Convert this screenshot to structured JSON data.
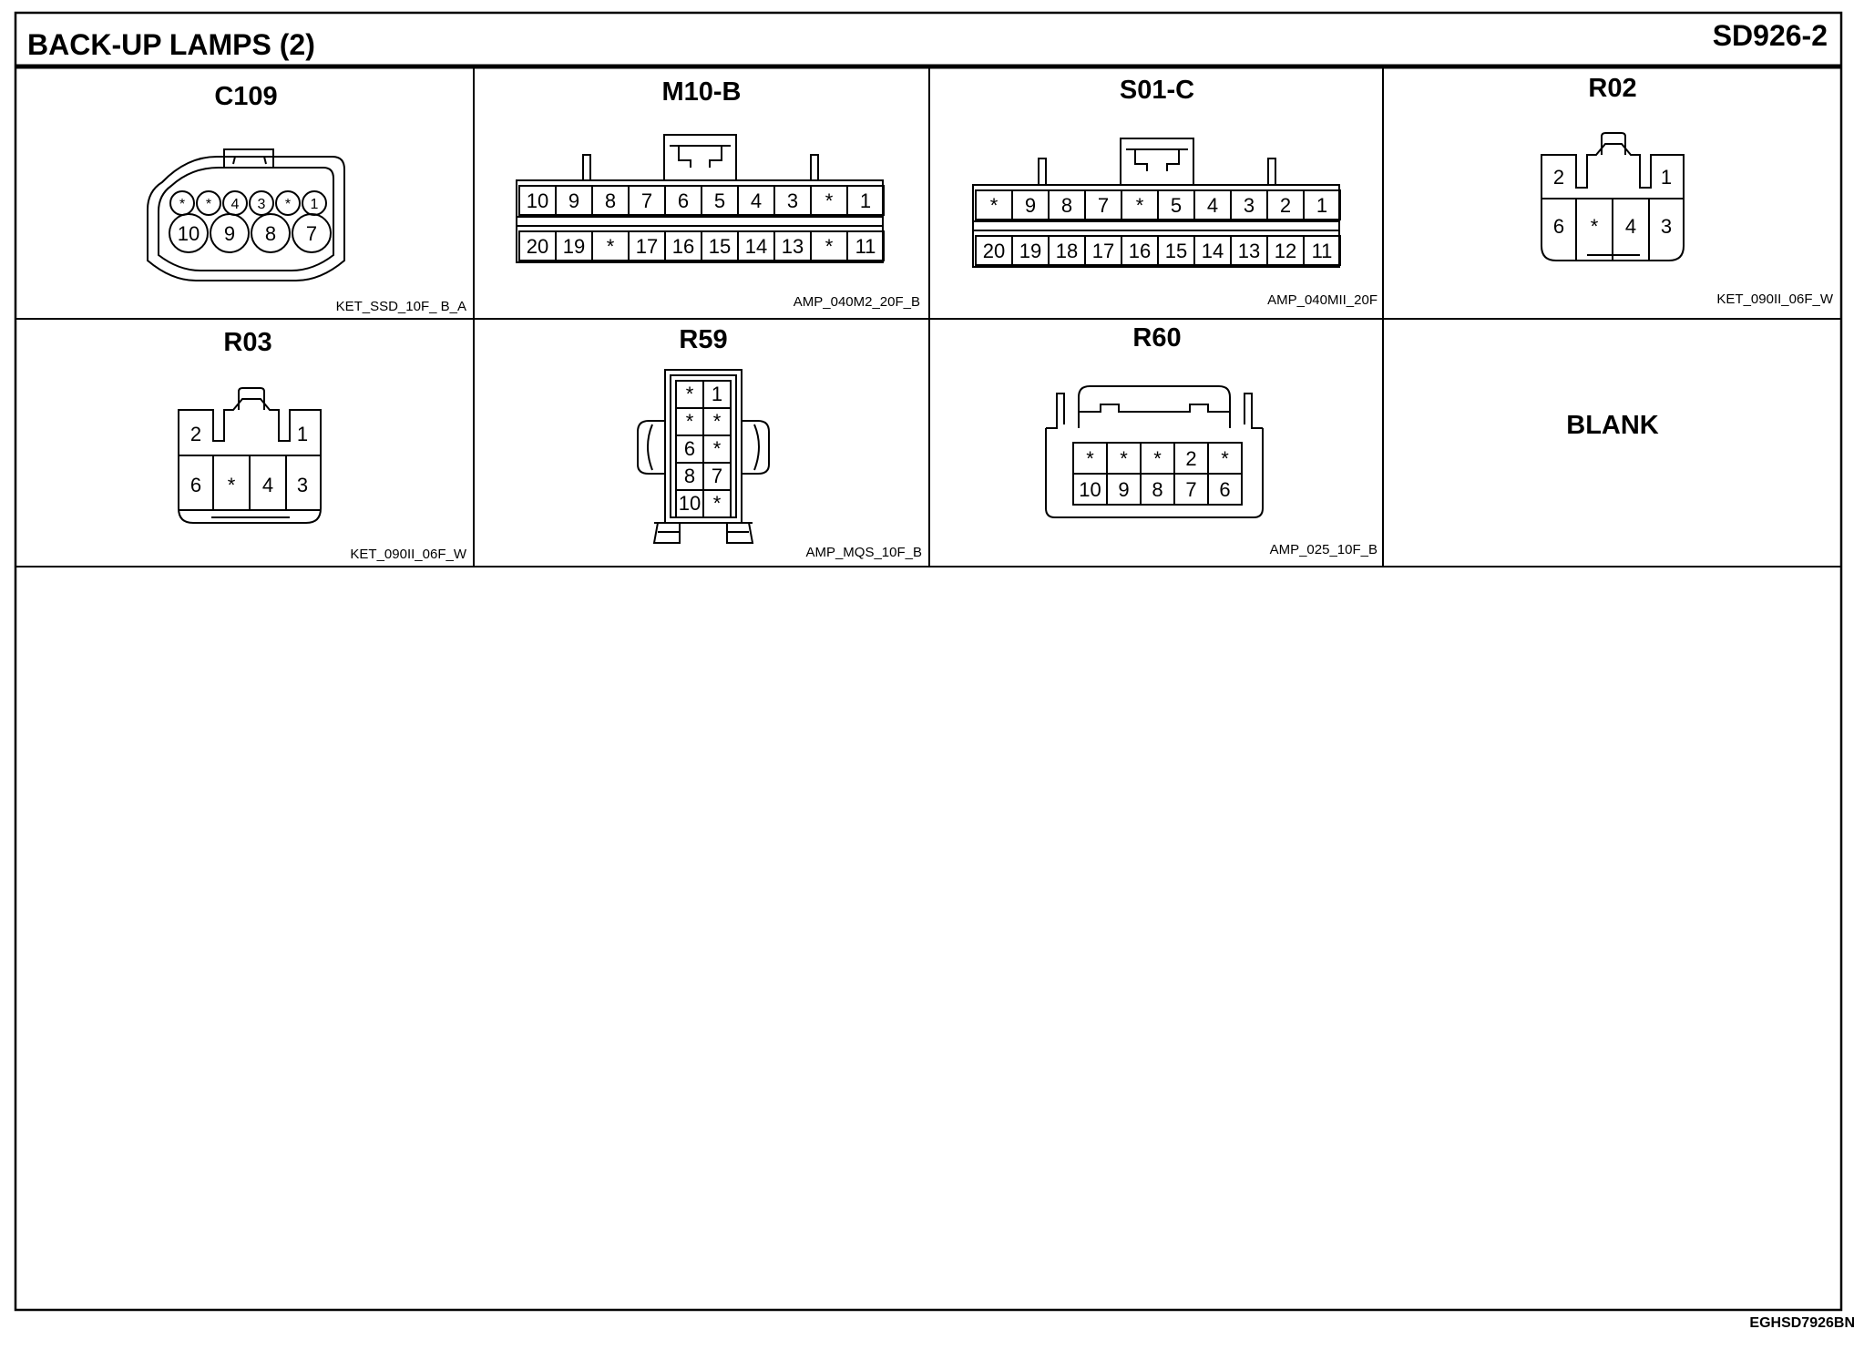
{
  "header": {
    "title": "BACK-UP LAMPS (2)",
    "page_id": "SD926-2"
  },
  "connectors": {
    "c109": {
      "name": "C109",
      "type": "KET_SSD_10F_ B_A",
      "top": [
        "*",
        "*",
        "4",
        "3",
        "*",
        "1"
      ],
      "bottom": [
        "10",
        "9",
        "8",
        "7"
      ]
    },
    "m10b": {
      "name": "M10-B",
      "type": "AMP_040M2_20F_B",
      "top": [
        "10",
        "9",
        "8",
        "7",
        "6",
        "5",
        "4",
        "3",
        "*",
        "1"
      ],
      "bottom": [
        "20",
        "19",
        "*",
        "17",
        "16",
        "15",
        "14",
        "13",
        "*",
        "11"
      ]
    },
    "s01c": {
      "name": "S01-C",
      "type": "AMP_040MII_20F",
      "top": [
        "*",
        "9",
        "8",
        "7",
        "*",
        "5",
        "4",
        "3",
        "2",
        "1"
      ],
      "bottom": [
        "20",
        "19",
        "18",
        "17",
        "16",
        "15",
        "14",
        "13",
        "12",
        "11"
      ]
    },
    "r02": {
      "name": "R02",
      "type": "KET_090II_06F_W",
      "top": [
        "2",
        "1"
      ],
      "bottom": [
        "6",
        "*",
        "4",
        "3"
      ]
    },
    "r03": {
      "name": "R03",
      "type": "KET_090II_06F_W",
      "top": [
        "2",
        "1"
      ],
      "bottom": [
        "6",
        "*",
        "4",
        "3"
      ]
    },
    "r59": {
      "name": "R59",
      "type": "AMP_MQS_10F_B",
      "rows": [
        [
          "*",
          "1"
        ],
        [
          "*",
          "*"
        ],
        [
          "6",
          "*"
        ],
        [
          "8",
          "7"
        ],
        [
          "10",
          "*"
        ]
      ]
    },
    "r60": {
      "name": "R60",
      "type": "AMP_025_10F_B",
      "top": [
        "*",
        "*",
        "*",
        "2",
        "*"
      ],
      "bottom": [
        "10",
        "9",
        "8",
        "7",
        "6"
      ]
    },
    "blank": {
      "label": "BLANK"
    }
  },
  "footer": {
    "code": "EGHSD7926BN"
  }
}
